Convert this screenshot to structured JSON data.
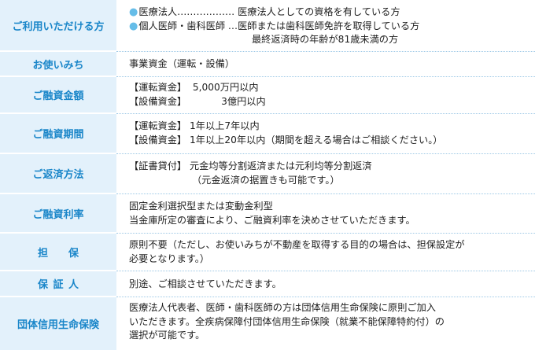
{
  "rows": [
    {
      "heading": "ご利用いただける方",
      "lines": [
        {
          "bullet": "●",
          "label": "医療法人",
          "dots": "………………",
          "text": "医療法人としての資格を有している方"
        },
        {
          "bullet": "●",
          "label": "個人医師・歯科医師",
          "dots": "…",
          "text": "医師または歯科医師免許を取得している方"
        },
        {
          "cont": "最終返済時の年齢が81歳未満の方"
        }
      ]
    },
    {
      "heading": "お使いみち",
      "lines": [
        "事業資金（運転・設備）"
      ]
    },
    {
      "heading": "ご融資金額",
      "lines": [
        {
          "tag": "【運転資金】",
          "text": "5,000万円以内"
        },
        {
          "tag": "【設備資金】",
          "text": "3億円以内"
        }
      ]
    },
    {
      "heading": "ご融資期間",
      "lines": [
        {
          "tag": "【運転資金】",
          "text": "1年以上7年以内"
        },
        {
          "tag": "【設備資金】",
          "text": "1年以上20年以内（期間を超える場合はご相談ください。）"
        }
      ]
    },
    {
      "heading": "ご返済方法",
      "lines": [
        {
          "tag": "【証書貸付】",
          "text": "元金均等分割返済または元利均等分割返済"
        },
        {
          "cont": "（元金返済の据置きも可能です。）"
        }
      ]
    },
    {
      "heading": "ご融資利率",
      "lines": [
        "固定金利選択型または変動金利型",
        "当金庫所定の審査により、ご融資利率を決めさせていただきます。"
      ]
    },
    {
      "heading": "担　保",
      "lines": [
        "原則不要（ただし、お使いみちが不動産を取得する目的の場合は、担保設定が",
        "必要となります。）"
      ]
    },
    {
      "heading": "保証人",
      "lines": [
        "別途、ご相談させていただきます。"
      ]
    },
    {
      "heading": "団体信用生命保険",
      "lines": [
        "医療法人代表者、医師・歯科医師の方は団体信用生命保険に原則ご加入",
        "いただきます。全疾病保障付団体信用生命保険（就業不能保障特約付）の",
        "選択が可能です。"
      ]
    }
  ],
  "colors": {
    "heading_bg": "#e3f1fb",
    "heading_text": "#1a86c9",
    "bullet": "#66bde8",
    "divider": "#9ec9e6"
  }
}
